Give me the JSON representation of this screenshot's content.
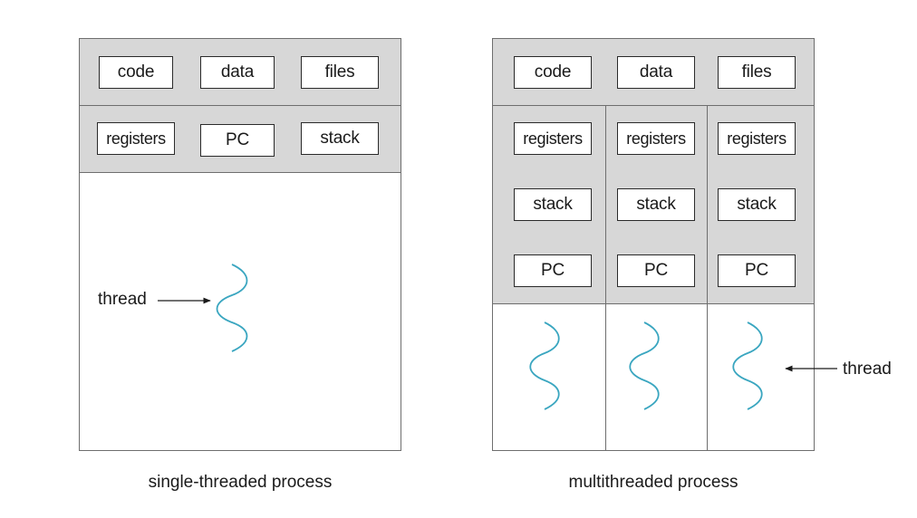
{
  "single": {
    "shared": [
      "code",
      "data",
      "files"
    ],
    "thread_row": [
      "registers",
      "PC",
      "stack"
    ],
    "thread_label": "thread",
    "caption": "single-threaded process"
  },
  "multi": {
    "shared": [
      "code",
      "data",
      "files"
    ],
    "threads": [
      {
        "registers": "registers",
        "stack": "stack",
        "pc": "PC"
      },
      {
        "registers": "registers",
        "stack": "stack",
        "pc": "PC"
      },
      {
        "registers": "registers",
        "stack": "stack",
        "pc": "PC"
      }
    ],
    "thread_label": "thread",
    "caption": "multithreaded process"
  },
  "colors": {
    "thread_squiggle": "#3aa6c0",
    "region_fill": "#d7d7d7",
    "border": "#6e6e6e"
  }
}
